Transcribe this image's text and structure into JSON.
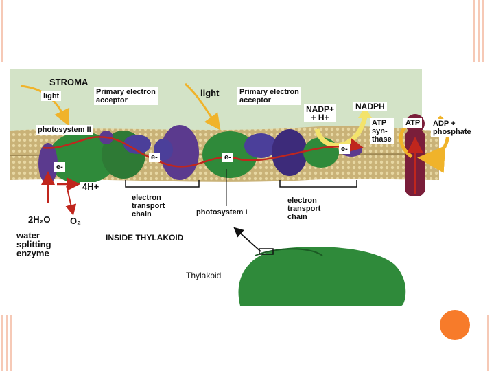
{
  "labels": {
    "stroma": "STROMA",
    "light_1": "light",
    "primary_acceptor_1_line1": "Primary electron",
    "primary_acceptor_1_line2": "acceptor",
    "light_2": "light",
    "primary_acceptor_2_line1": "Primary electron",
    "primary_acceptor_2_line2": "acceptor",
    "nadp_line1": "NADP+",
    "nadp_line2": "+ H+",
    "nadph": "NADPH",
    "atp_synthase_line1": "ATP",
    "atp_synthase_line2": "syn-",
    "atp_synthase_line3": "thase",
    "atp": "ATP",
    "adp_line1": "ADP +",
    "adp_line2": "phosphate",
    "photosystem_ii": "photosystem II",
    "electron_1": "e-",
    "electron_2": "e-",
    "electron_3": "e-",
    "electron_4": "e-",
    "four_h": "4H+",
    "etc_1_line1": "electron",
    "etc_1_line2": "transport",
    "etc_1_line3": "chain",
    "photosystem_i": "photosystem I",
    "etc_2_line1": "electron",
    "etc_2_line2": "transport",
    "etc_2_line3": "chain",
    "two_h2o": "2H₂O",
    "o2": "O₂",
    "water_line1": "water",
    "water_line2": "splitting",
    "water_line3": "enzyme",
    "inside_thylakoid": "INSIDE THYLAKOID",
    "thylakoid": "Thylakoid"
  },
  "colors": {
    "membrane": "#c9b277",
    "membrane_dots": "#e7d7a2",
    "green_protein": "#2f8a3a",
    "purple_protein": "#5b3a8e",
    "electron_path": "#c0261d",
    "light_arrow": "#f0b32a",
    "nadph_arrow": "#f3e36b",
    "accent_dot": "#f77b2a",
    "deco_lines": "#f6c9b6"
  }
}
